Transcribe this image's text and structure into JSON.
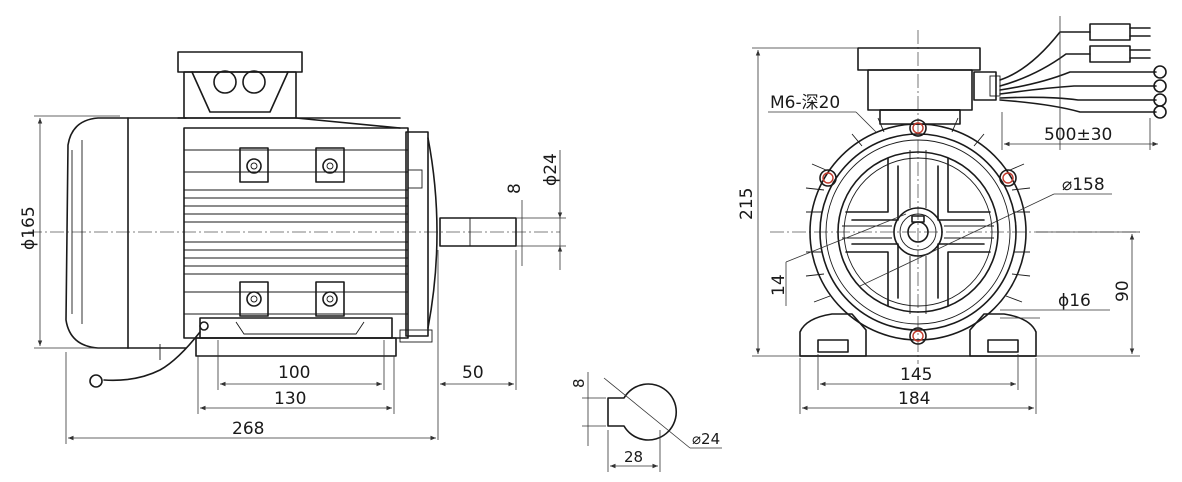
{
  "side_view": {
    "dia_165": "ϕ165",
    "shaft_dia_24": "ϕ24",
    "key_8": "8",
    "length_268": "268",
    "foot_130": "130",
    "foot_100": "100",
    "shaft_50": "50"
  },
  "shaft_section": {
    "key_8": "8",
    "width_28": "28",
    "dia_24": "⌀24"
  },
  "front_view": {
    "height_215": "215",
    "thread": "M6-深20",
    "lead_length": "500±30",
    "flange_158": "⌀158",
    "hole_16": "ϕ16",
    "key_14": "14",
    "center_90": "90",
    "foot_145": "145",
    "foot_184": "184"
  }
}
